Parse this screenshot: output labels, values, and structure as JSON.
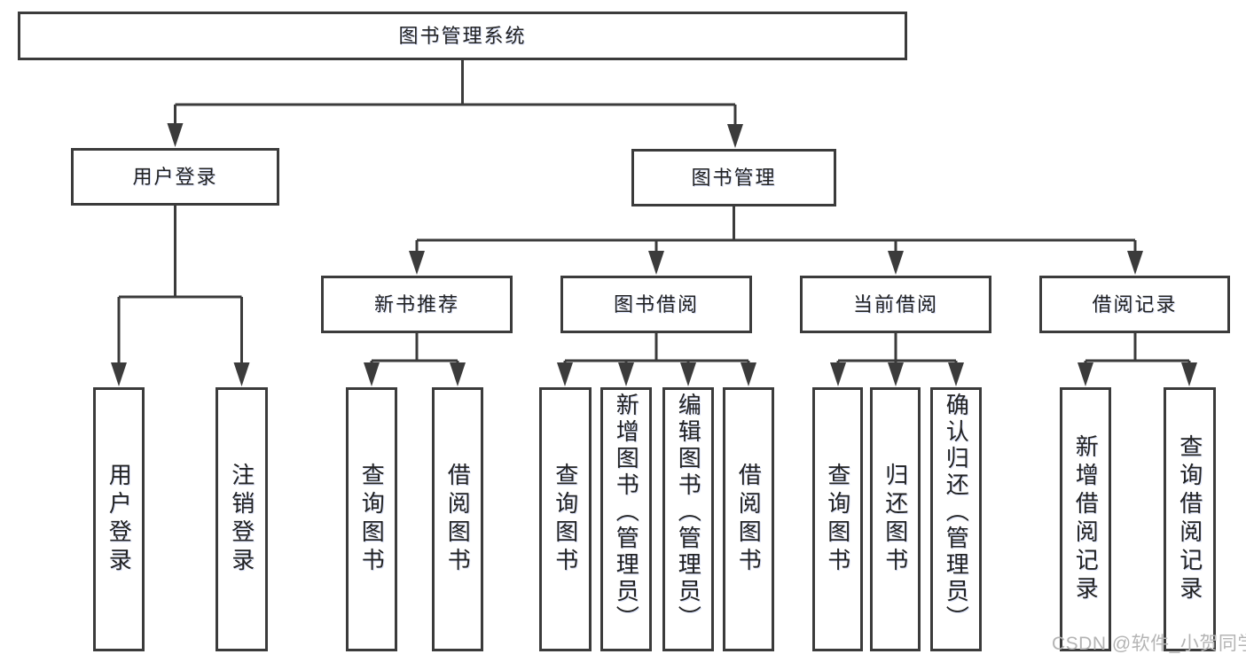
{
  "diagram_title": "图书管理系统",
  "nodes": {
    "root": "图书管理系统",
    "login": "用户登录",
    "management": "图书管理",
    "login_children": [
      "用户登录",
      "注销登录"
    ],
    "modules": [
      {
        "label": "新书推荐",
        "children": [
          "查询图书",
          "借阅图书"
        ]
      },
      {
        "label": "图书借阅",
        "children": [
          "查询图书",
          "新增图书（管理员）",
          "编辑图书（管理员）",
          "借阅图书"
        ]
      },
      {
        "label": "当前借阅",
        "children": [
          "查询图书",
          "归还图书",
          "确认归还（管理员）"
        ]
      },
      {
        "label": "借阅记录",
        "children": [
          "新增借阅记录",
          "查询借阅记录"
        ]
      }
    ]
  },
  "watermark": {
    "text": "CSDN @软件_小贺同学"
  },
  "colors": {
    "line": "#3b3b3b",
    "text": "#222222",
    "background": "#ffffff",
    "watermark": "#b4b4b4"
  }
}
